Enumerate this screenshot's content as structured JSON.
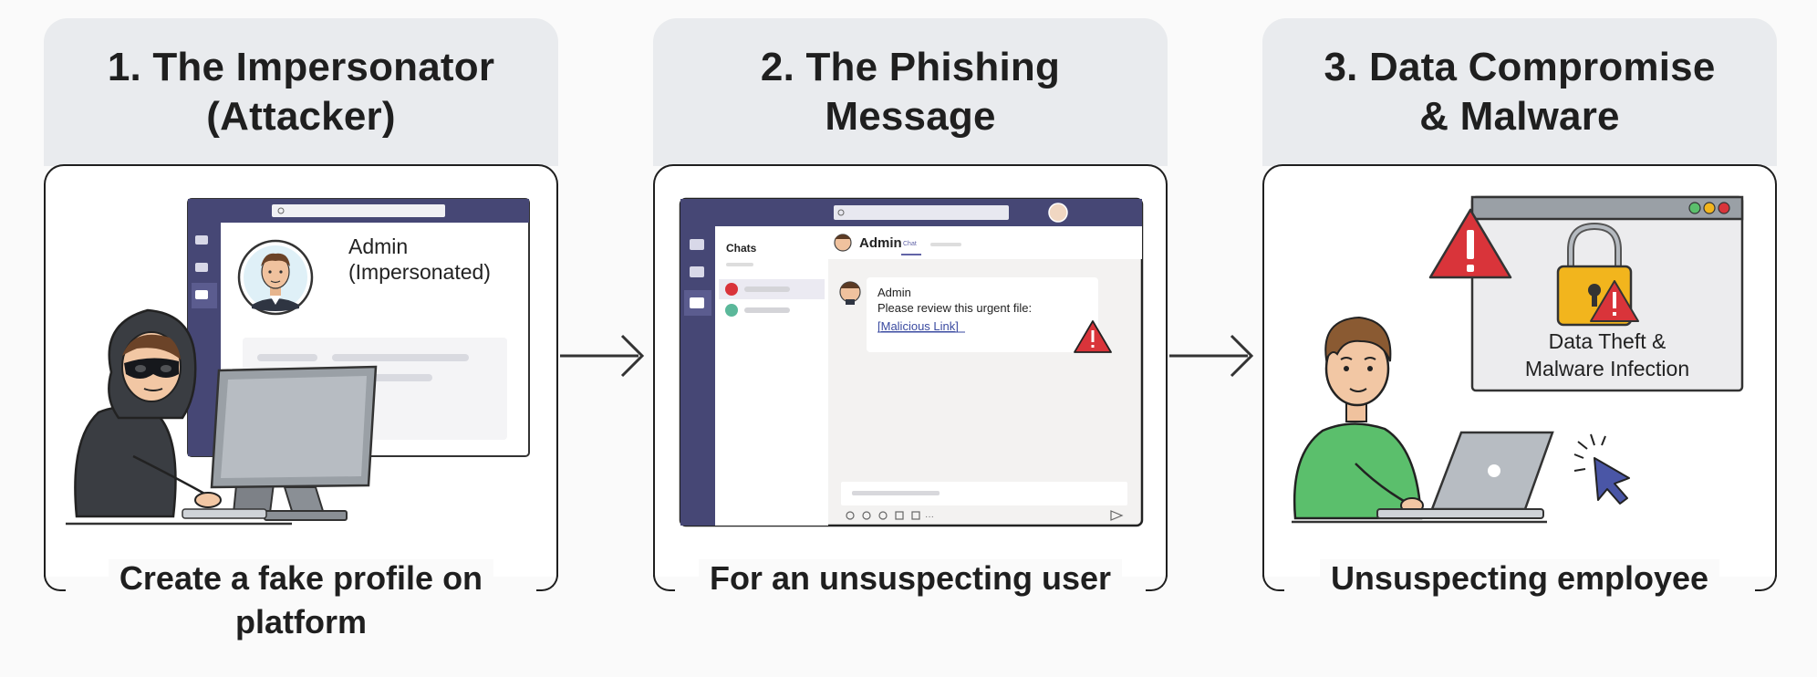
{
  "panels": [
    {
      "title_line1": "1. The Impersonator",
      "title_line2": "(Attacker)",
      "profile_name": "Admin",
      "profile_note": "(Impersonated)",
      "caption_line1": "Create a fake profile on",
      "caption_line2": "platform"
    },
    {
      "title_line1": "2. The Phishing",
      "title_line2": "Message",
      "sidebar_header": "Chats",
      "chat_header": "Admin",
      "chat_tab": "Chat",
      "msg_sender": "Admin",
      "msg_text": "Please review this urgent file:",
      "msg_link": "[Malicious Link]",
      "caption_line1": "For an unsuspecting user"
    },
    {
      "title_line1": "3. Data Compromise",
      "title_line2": "& Malware",
      "alert_line1": "Data Theft &",
      "alert_line2": "Malware Infection",
      "caption_line1": "Unsuspecting employee"
    }
  ],
  "colors": {
    "teams_purple": "#464775",
    "warning_red": "#d9343a",
    "lock_yellow": "#f2b51d",
    "shirt_green": "#5bbf6c",
    "cursor_blue": "#4a56a6"
  },
  "icons": [
    "hacker",
    "monitor",
    "avatar",
    "warning-triangle",
    "padlock",
    "laptop",
    "mouse-cursor",
    "arrow-right"
  ]
}
